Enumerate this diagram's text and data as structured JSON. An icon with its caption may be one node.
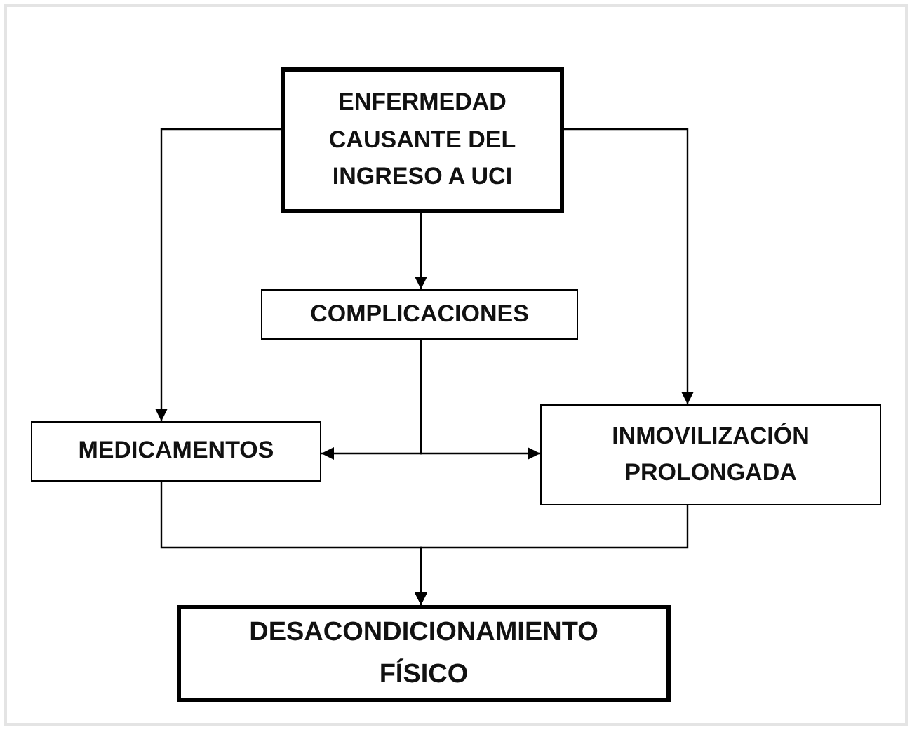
{
  "diagram": {
    "nodes": [
      {
        "text": [
          "ENFERMEDAD CAUSANTE DEL INGRESO A UCI"
        ]
      },
      {
        "text": [
          "COMPLICACIONES"
        ]
      },
      {
        "text": [
          "MEDICAMENTOS"
        ]
      },
      {
        "text": [
          "INMOVILIZACIÓN PROLONGADA"
        ]
      },
      {
        "text": [
          "DESACONDICIONAMIENTO FÍSICO"
        ]
      }
    ],
    "edges": [
      {
        "from": 0,
        "to": 1,
        "arrow": "to"
      },
      {
        "from": 0,
        "to": 2,
        "arrow": "to"
      },
      {
        "from": 0,
        "to": 3,
        "arrow": "to"
      },
      {
        "from": 1,
        "to": 2,
        "arrow": "to"
      },
      {
        "from": 1,
        "to": 3,
        "arrow": "to"
      },
      {
        "from": 2,
        "to": 4,
        "arrow": "to"
      },
      {
        "from": 3,
        "to": 4,
        "arrow": "to"
      }
    ]
  }
}
